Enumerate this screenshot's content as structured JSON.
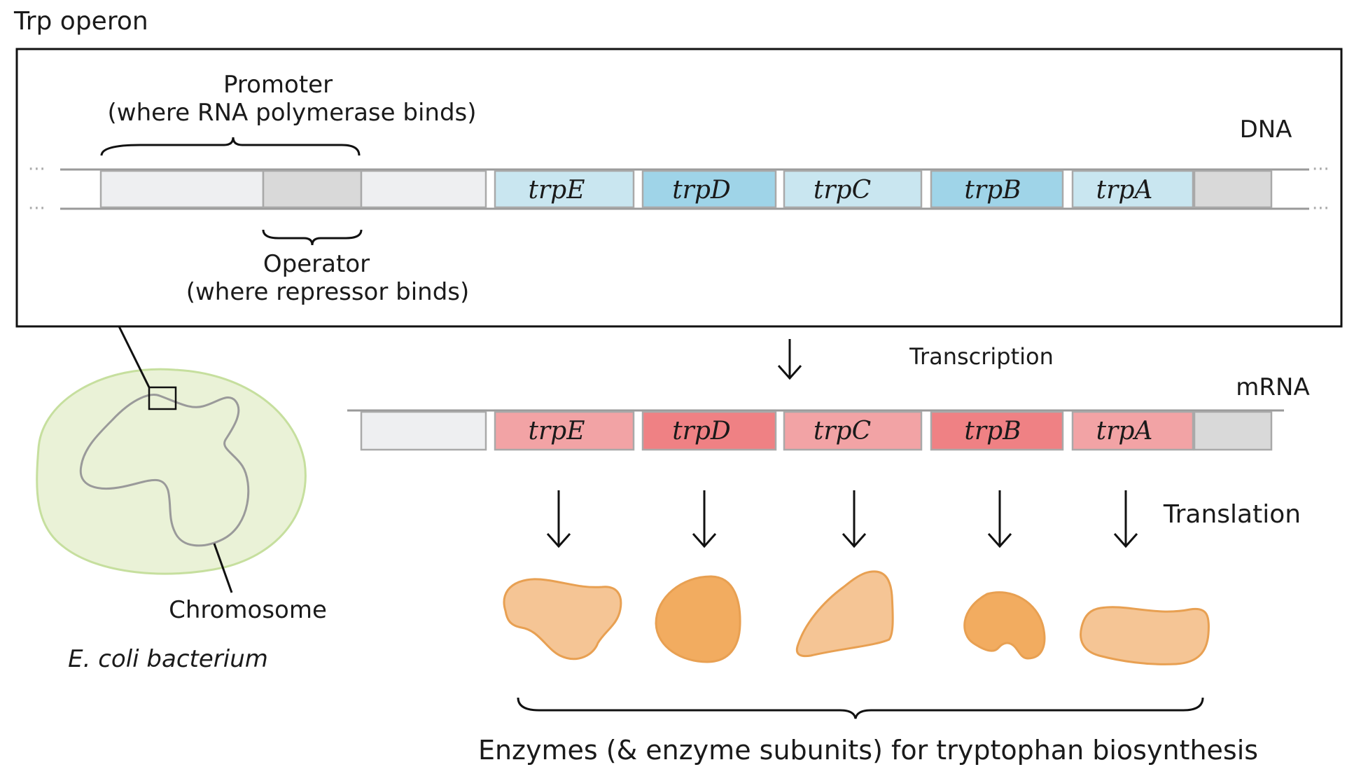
{
  "title": "Trp operon",
  "dna": {
    "label": "DNA",
    "promoter_label": "Promoter",
    "promoter_note": "(where RNA polymerase binds)",
    "operator_label": "Operator",
    "operator_note": "(where repressor binds)",
    "genes": [
      "trpE",
      "trpD",
      "trpC",
      "trpB",
      "trpA"
    ]
  },
  "transcription_label": "Transcription",
  "mrna": {
    "label": "mRNA",
    "genes": [
      "trpE",
      "trpD",
      "trpC",
      "trpB",
      "trpA"
    ]
  },
  "translation_label": "Translation",
  "cell": {
    "chromosome_label": "Chromosome",
    "bacterium_label": "E. coli bacterium"
  },
  "enzymes_label": "Enzymes (& enzyme subunits) for tryptophan biosynthesis",
  "colors": {
    "dna_gene_light": "#c9e6f0",
    "dna_gene_dark": "#9fd4e8",
    "mrna_gene_light": "#f2a3a5",
    "mrna_gene_dark": "#ef8184",
    "region_light": "#eeeff1",
    "region_gray": "#d9d9d9",
    "cell_fill": "#eaf2d7",
    "cell_stroke": "#c6df9e",
    "enzyme_light": "#f5c595",
    "enzyme_dark": "#f2ac60",
    "enzyme_stroke": "#e8a052"
  }
}
